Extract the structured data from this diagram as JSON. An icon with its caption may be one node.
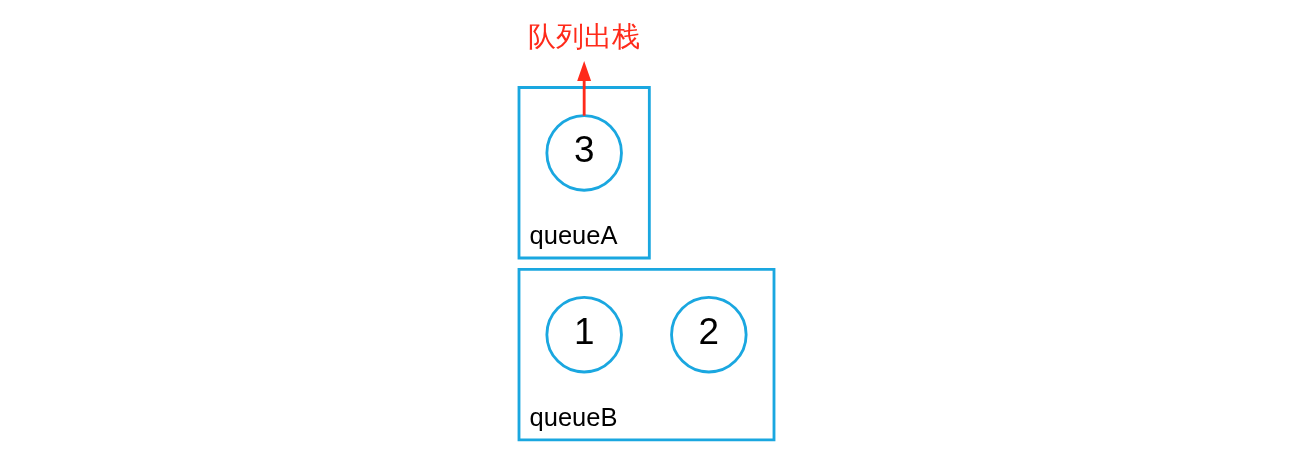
{
  "diagram": {
    "nodes": [
      {
        "text": [
          "队列出栈"
        ]
      },
      {
        "text": [
          "queueA"
        ]
      },
      {
        "text": [
          "3"
        ],
        "in": 1
      },
      {
        "text": [
          "queueB"
        ]
      },
      {
        "text": [
          "1"
        ],
        "in": 3
      },
      {
        "text": [
          "2"
        ],
        "in": 3
      }
    ],
    "edges": [
      {
        "from": 2,
        "to": 0,
        "arrow": "to",
        "color": "#ff2a1a"
      }
    ]
  }
}
